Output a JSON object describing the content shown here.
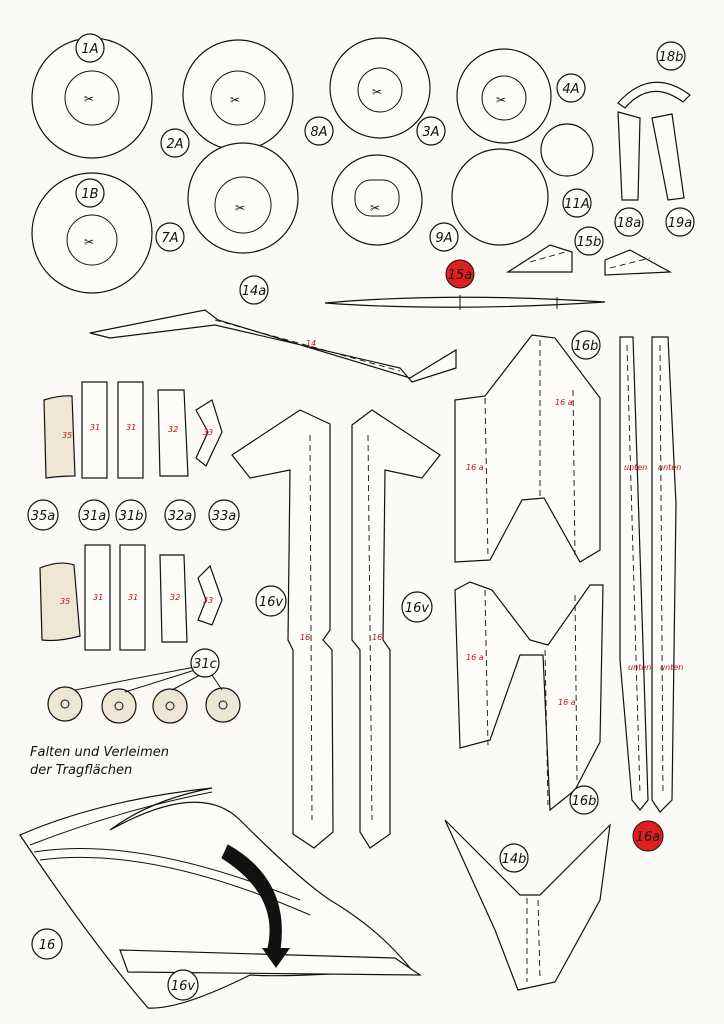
{
  "caption": {
    "line1": "Falten und Verleimen",
    "line2": "der Tragflächen"
  },
  "labels": {
    "p1A": "1A",
    "p1B": "1B",
    "p2A": "2A",
    "p3A": "3A",
    "p4A": "4A",
    "p7A": "7A",
    "p8A": "8A",
    "p9A": "9A",
    "p11A": "11A",
    "p18a": "18a",
    "p18b": "18b",
    "p19a": "19a",
    "p15a": "15a",
    "p15b": "15b",
    "p14a": "14a",
    "p14b": "14b",
    "p16v": "16v",
    "p16b": "16b",
    "p16a": "16a",
    "p35a": "35a",
    "p31a": "31a",
    "p31b": "31b",
    "p32a": "32a",
    "p33a": "33a",
    "p31c": "31c",
    "p16": "16"
  },
  "part_text": {
    "n35": "35",
    "n31": "31",
    "n32": "32",
    "n33": "33",
    "n16": "16",
    "n16a": "16 a",
    "n14": "14",
    "unten": "unten"
  }
}
